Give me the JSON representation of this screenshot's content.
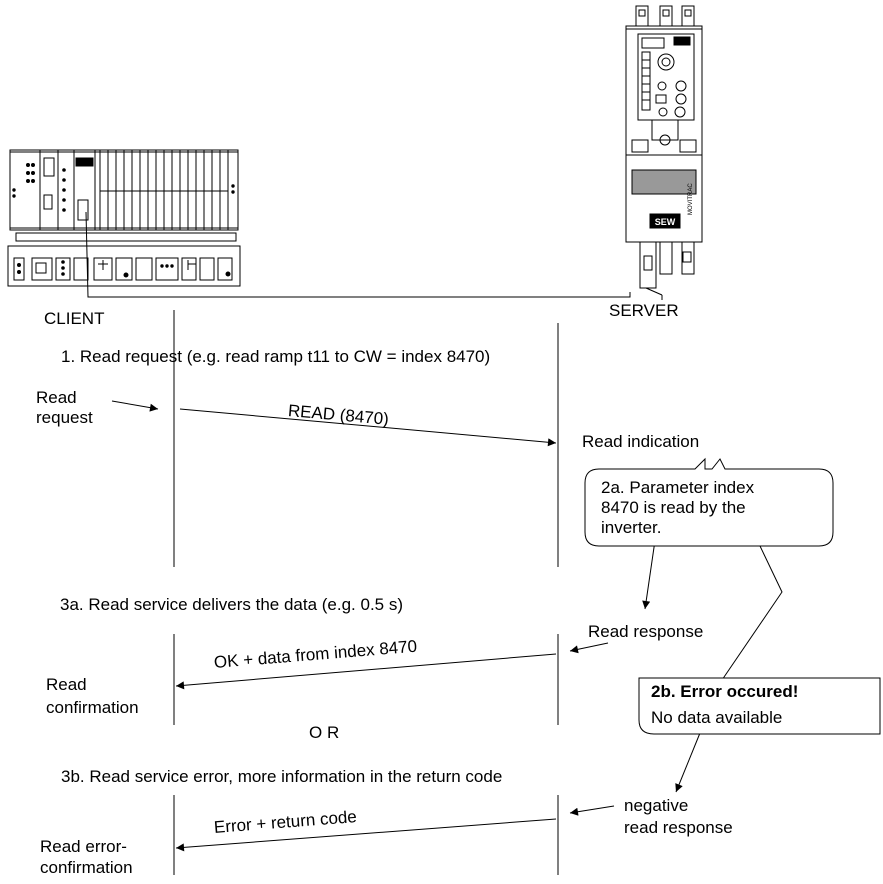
{
  "labels": {
    "client": "CLIENT",
    "server": "SERVER",
    "step1": "1. Read request (e.g. read ramp t11 to CW = index 8470)",
    "read_request_1": "Read",
    "read_request_2": "request",
    "read_msg": "READ (8470)",
    "read_indication": "Read indication",
    "step2a_1": "2a. Parameter index",
    "step2a_2": "8470 is read by the",
    "step2a_3": "inverter.",
    "step3a": "3a. Read service delivers the data (e.g. 0.5 s)",
    "read_response": "Read response",
    "ok_msg": "OK + data from index 8470",
    "read_confirmation_1": "Read",
    "read_confirmation_2": "confirmation",
    "or": "O R",
    "step2b_title": "2b. Error occured!",
    "step2b_text": "No data available",
    "step3b": "3b. Read service error, more information in the return code",
    "neg_response_1": "negative",
    "neg_response_2": "read response",
    "error_msg": "Error + return code",
    "error_confirmation_1": "Read error-",
    "error_confirmation_2": "confirmation"
  },
  "device_logo": "SEW",
  "device_model": "MOVITRAC"
}
